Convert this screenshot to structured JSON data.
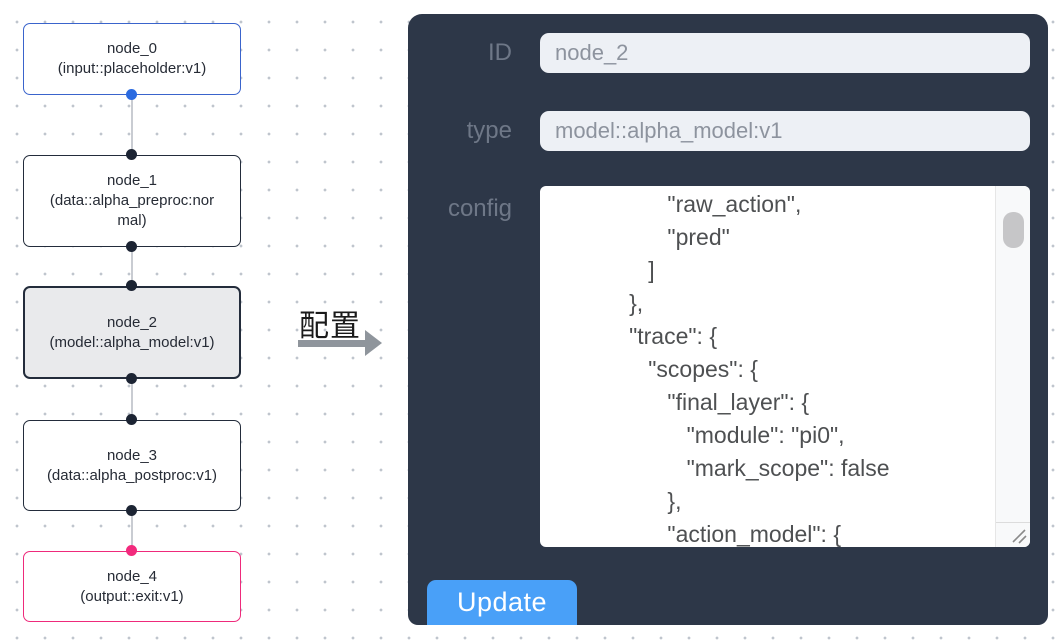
{
  "canvas": {
    "nodes": [
      {
        "name": "node_0",
        "type_label": "(input::placeholder:v1)"
      },
      {
        "name": "node_1",
        "type_label": "(data::alpha_preproc:normal)"
      },
      {
        "name": "node_2",
        "type_label": "(model::alpha_model:v1)"
      },
      {
        "name": "node_3",
        "type_label": "(data::alpha_postproc:v1)"
      },
      {
        "name": "node_4",
        "type_label": "(output::exit:v1)"
      }
    ]
  },
  "arrow": {
    "label": "配置"
  },
  "panel": {
    "id_field": {
      "label": "ID",
      "value": "node_2"
    },
    "type_field": {
      "label": "type",
      "value": "model::alpha_model:v1"
    },
    "config_field": {
      "label": "config",
      "value": "                   \"raw_action\",\n                   \"pred\"\n                ]\n             },\n             \"trace\": {\n                \"scopes\": {\n                   \"final_layer\": {\n                      \"module\": \"pi0\",\n                      \"mark_scope\": false\n                   },\n                   \"action_model\": {"
    },
    "update_button": "Update"
  },
  "colors": {
    "panel_bg": "#2d3748",
    "accent_blue": "#49a0f8",
    "input_node_border": "#3a64cc",
    "output_node_border": "#ee2a7b",
    "default_node_border": "#232c3b",
    "selected_node_bg": "#e9eaec",
    "input_handle_blue": "#2b6ae0",
    "output_handle_pink": "#f22a7d"
  }
}
